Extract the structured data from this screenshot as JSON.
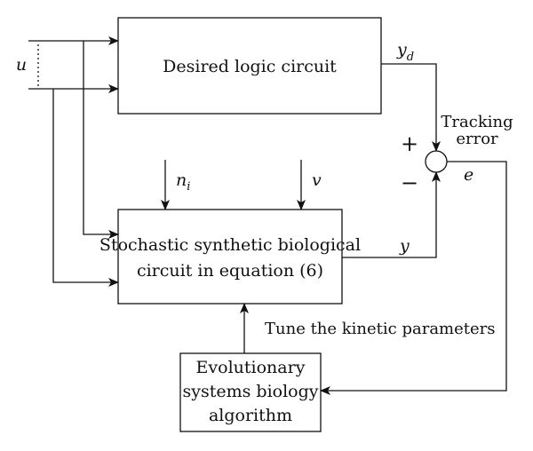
{
  "blocks": {
    "desired": {
      "label": "Desired logic circuit"
    },
    "stochastic": {
      "line1": "Stochastic synthetic biological",
      "line2": "circuit in equation (6)"
    },
    "evolutionary": {
      "line1": "Evolutionary",
      "line2": "systems biology",
      "line3": "algorithm"
    }
  },
  "signals": {
    "u": "u",
    "y_d": "y",
    "y_d_sub": "d",
    "y": "y",
    "e": "e",
    "n_i": "n",
    "n_i_sub": "i",
    "v": "v"
  },
  "labels": {
    "tracking_line1": "Tracking",
    "tracking_line2": "error",
    "plus": "+",
    "minus": "−",
    "tune": "Tune the kinetic parameters"
  }
}
